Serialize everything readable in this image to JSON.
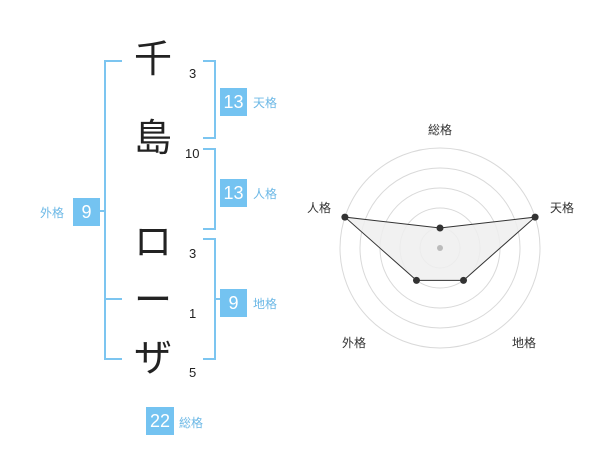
{
  "name": {
    "chars": [
      {
        "char": "千",
        "strokes": "3"
      },
      {
        "char": "島",
        "strokes": "10"
      },
      {
        "char": "ロ",
        "strokes": "3"
      },
      {
        "char": "ー",
        "strokes": "1"
      },
      {
        "char": "ザ",
        "strokes": "5"
      }
    ]
  },
  "fortunes": {
    "tenkaku": {
      "value": "13",
      "label": "天格"
    },
    "jinkaku": {
      "value": "13",
      "label": "人格"
    },
    "chikaku": {
      "value": "9",
      "label": "地格"
    },
    "gaikaku": {
      "value": "9",
      "label": "外格"
    },
    "soukaku": {
      "value": "22",
      "label": "総格"
    }
  },
  "radar": {
    "labels": {
      "top": "総格",
      "right": "天格",
      "bottom_right": "地格",
      "bottom_left": "外格",
      "left": "人格"
    },
    "scores": {
      "soukaku": 1,
      "tenkaku": 5,
      "chikaku": 2,
      "gaikaku": 2,
      "jinkaku": 5
    },
    "max": 5
  },
  "colors": {
    "accent": "#74c3f1",
    "accent_text": "#6cb8e6",
    "grid": "#d9d9d9",
    "polygon_fill": "#eeeeee",
    "polygon_stroke": "#333333"
  }
}
